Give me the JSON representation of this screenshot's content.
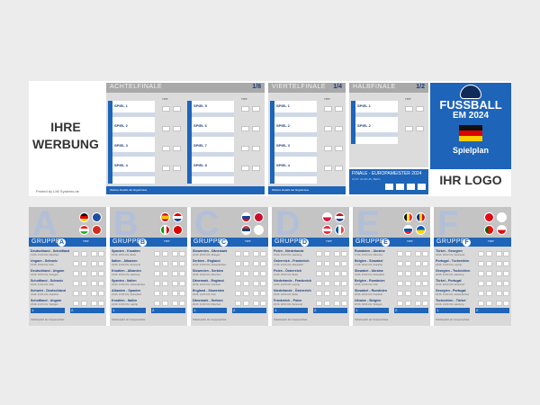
{
  "colors": {
    "primary": "#1e64b8",
    "header_gray": "#a9a9a9",
    "bg": "#ececec"
  },
  "ad": {
    "line1": "IHRE",
    "line2": "WERBUNG",
    "credit": "Printed by LIM Systems.de"
  },
  "knockout": [
    {
      "name": "ACHTELFINALE",
      "num": "1/8",
      "footer": "Weitere Details der Ergebnisse",
      "cards": [
        "SPIEL 1",
        "SPIEL 2",
        "SPIEL 3",
        "SPIEL 4",
        "SPIEL 5",
        "SPIEL 6",
        "SPIEL 7",
        "SPIEL 8"
      ]
    },
    {
      "name": "VIERTELFINALE",
      "num": "1/4",
      "footer": "Weitere Details der Ergebnisse",
      "cards": [
        "SPIEL 1",
        "SPIEL 2",
        "SPIEL 3",
        "SPIEL 4"
      ]
    },
    {
      "name": "HALBFINALE",
      "num": "1/2",
      "cards": [
        "SPIEL 1",
        "SPIEL 2"
      ]
    }
  ],
  "tipp": "TIPP",
  "final": {
    "title": "FINALE - EUROPAMEISTER 2024",
    "sub": "14.07. 21:00 Uhr, Berlin"
  },
  "logo": {
    "line1": "FUSSBALL",
    "line2": "EM 2024",
    "sub": "Spielplan",
    "ihr": "IHR LOGO"
  },
  "groups": [
    {
      "letter": "A",
      "name": "GRUPPE",
      "matches": [
        {
          "t": "Deutschland - Schottland",
          "d": "14.06. 21:00 Uhr, München"
        },
        {
          "t": "Ungarn - Schweiz",
          "d": "15.06. 15:00 Uhr, Köln"
        },
        {
          "t": "Deutschland - Ungarn",
          "d": "19.06. 18:00 Uhr, Stuttgart"
        },
        {
          "t": "Schottland - Schweiz",
          "d": "19.06. 21:00 Uhr, Köln"
        },
        {
          "t": "Schweiz - Deutschland",
          "d": "23.06. 21:00 Uhr, Frankfurt"
        },
        {
          "t": "Schottland - Ungarn",
          "d": "23.06. 21:00 Uhr, Stuttgart"
        }
      ]
    },
    {
      "letter": "B",
      "name": "GRUPPE",
      "matches": [
        {
          "t": "Spanien - Kroatien",
          "d": "15.06. 18:00 Uhr, Berlin"
        },
        {
          "t": "Italien - Albanien",
          "d": "15.06. 21:00 Uhr, Dortmund"
        },
        {
          "t": "Kroatien - Albanien",
          "d": "19.06. 15:00 Uhr, Hamburg"
        },
        {
          "t": "Spanien - Italien",
          "d": "20.06. 21:00 Uhr, Gelsenkirchen"
        },
        {
          "t": "Albanien - Spanien",
          "d": "24.06. 21:00 Uhr, Düsseldorf"
        },
        {
          "t": "Kroatien - Italien",
          "d": "24.06. 21:00 Uhr, Leipzig"
        }
      ]
    },
    {
      "letter": "C",
      "name": "GRUPPE",
      "matches": [
        {
          "t": "Slowenien - Dänemark",
          "d": "16.06. 18:00 Uhr, Stuttgart"
        },
        {
          "t": "Serbien - England",
          "d": "16.06. 21:00 Uhr, Gelsenkirchen"
        },
        {
          "t": "Slowenien - Serbien",
          "d": "20.06. 15:00 Uhr, München"
        },
        {
          "t": "Dänemark - England",
          "d": "20.06. 18:00 Uhr, Frankfurt"
        },
        {
          "t": "England - Slowenien",
          "d": "25.06. 21:00 Uhr, Köln"
        },
        {
          "t": "Dänemark - Serbien",
          "d": "25.06. 21:00 Uhr, München"
        }
      ]
    },
    {
      "letter": "D",
      "name": "GRUPPE",
      "matches": [
        {
          "t": "Polen - Niederlande",
          "d": "16.06. 15:00 Uhr, Hamburg"
        },
        {
          "t": "Österreich - Frankreich",
          "d": "17.06. 21:00 Uhr, Düsseldorf"
        },
        {
          "t": "Polen - Österreich",
          "d": "21.06. 18:00 Uhr, Berlin"
        },
        {
          "t": "Niederlande - Frankreich",
          "d": "21.06. 21:00 Uhr, Leipzig"
        },
        {
          "t": "Niederlande - Österreich",
          "d": "25.06. 18:00 Uhr, Berlin"
        },
        {
          "t": "Frankreich - Polen",
          "d": "25.06. 18:00 Uhr, Dortmund"
        }
      ]
    },
    {
      "letter": "E",
      "name": "GRUPPE",
      "matches": [
        {
          "t": "Rumänien - Ukraine",
          "d": "17.06. 15:00 Uhr, München"
        },
        {
          "t": "Belgien - Slowakei",
          "d": "17.06. 18:00 Uhr, Frankfurt"
        },
        {
          "t": "Slowakei - Ukraine",
          "d": "21.06. 15:00 Uhr, Düsseldorf"
        },
        {
          "t": "Belgien - Rumänien",
          "d": "22.06. 21:00 Uhr, Köln"
        },
        {
          "t": "Slowakei - Rumänien",
          "d": "26.06. 18:00 Uhr, Frankfurt"
        },
        {
          "t": "Ukraine - Belgien",
          "d": "26.06. 18:00 Uhr, Stuttgart"
        }
      ]
    },
    {
      "letter": "F",
      "name": "GRUPPE",
      "matches": [
        {
          "t": "Türkei - Georgien",
          "d": "18.06. 18:00 Uhr, Dortmund"
        },
        {
          "t": "Portugal - Tschechien",
          "d": "18.06. 21:00 Uhr, Leipzig"
        },
        {
          "t": "Georgien - Tschechien",
          "d": "22.06. 15:00 Uhr, Hamburg"
        },
        {
          "t": "Türkei - Portugal",
          "d": "22.06. 18:00 Uhr, Dortmund"
        },
        {
          "t": "Georgien - Portugal",
          "d": "26.06. 21:00 Uhr, Gelsenkirchen"
        },
        {
          "t": "Tschechien - Türkei",
          "d": "26.06. 21:00 Uhr, Hamburg"
        }
      ]
    }
  ],
  "group_table": {
    "first": "1.",
    "second": "2."
  },
  "group_footer": "Tabellenplatz der Gruppenphase"
}
